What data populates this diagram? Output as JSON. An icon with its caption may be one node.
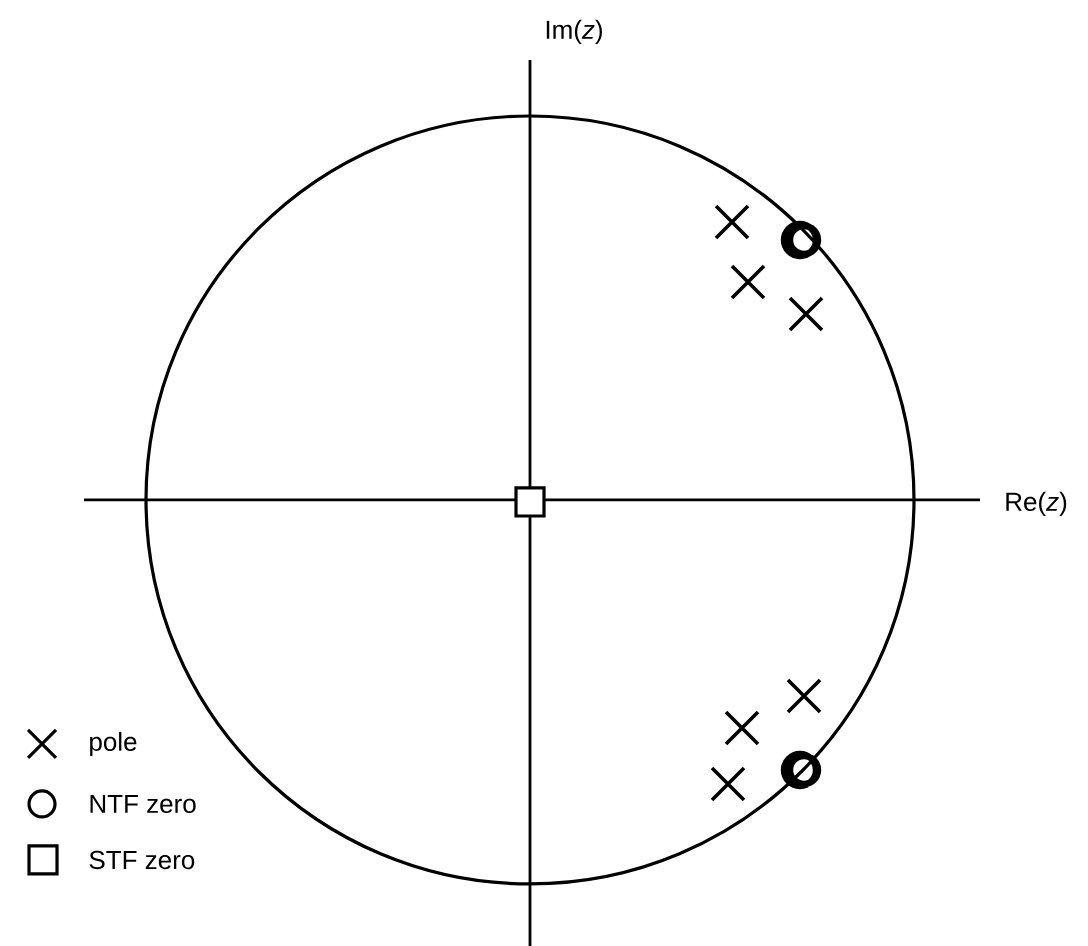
{
  "diagram": {
    "labels": [
      "Im(*z*)",
      "Re(*z*)"
    ],
    "legend": [
      {
        "text": "pole"
      },
      {
        "text": "NTF zero"
      },
      {
        "text": "STF zero"
      }
    ]
  }
}
